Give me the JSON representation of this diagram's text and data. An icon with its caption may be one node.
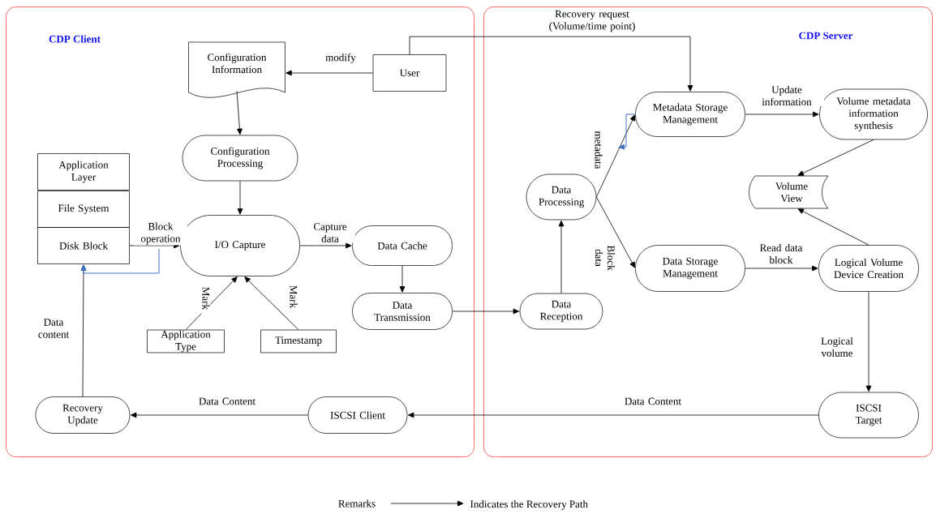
{
  "diagram": {
    "nodes": [
      {
        "text": [
          "CDP Client"
        ]
      },
      {
        "text": [
          "CDP Server"
        ]
      },
      {
        "text": [
          "Configuration Information"
        ],
        "in": 0
      },
      {
        "text": [
          "User"
        ],
        "in": 0
      },
      {
        "text": [
          "Configuration Processing"
        ],
        "in": 0
      },
      {
        "text": [
          "Application Layer"
        ],
        "in": 0
      },
      {
        "text": [
          "File System"
        ],
        "in": 0
      },
      {
        "text": [
          "Disk Block"
        ],
        "in": 0
      },
      {
        "text": [
          "I/O Capture"
        ],
        "in": 0
      },
      {
        "text": [
          "Data Cache"
        ],
        "in": 0
      },
      {
        "text": [
          "Data Transmission"
        ],
        "in": 0
      },
      {
        "text": [
          "Application Type"
        ],
        "in": 0
      },
      {
        "text": [
          "Timestamp"
        ],
        "in": 0
      },
      {
        "text": [
          "Recovery Update"
        ],
        "in": 0
      },
      {
        "text": [
          "ISCSI Client"
        ],
        "in": 0
      },
      {
        "text": [
          "Metadata Storage Management"
        ],
        "in": 1
      },
      {
        "text": [
          "Volume metadata information synthesis"
        ],
        "in": 1
      },
      {
        "text": [
          "Data Processing"
        ],
        "in": 1
      },
      {
        "text": [
          "Volume View"
        ],
        "in": 1
      },
      {
        "text": [
          "Data Storage Management"
        ],
        "in": 1
      },
      {
        "text": [
          "Logical Volume Device Creation"
        ],
        "in": 1
      },
      {
        "text": [
          "Data Reception"
        ],
        "in": 1
      },
      {
        "text": [
          "ISCSI Target"
        ],
        "in": 1
      }
    ],
    "edges": [
      {
        "from": 3,
        "to": 2,
        "arrow": "to",
        "label": "modify"
      },
      {
        "from": 3,
        "to": 15,
        "arrow": "to",
        "label": "Recovery request (Volume/time point)"
      },
      {
        "from": 2,
        "to": 4,
        "arrow": "to"
      },
      {
        "from": 4,
        "to": 8,
        "arrow": "to"
      },
      {
        "from": 7,
        "to": 8,
        "arrow": "to",
        "label": "Block operation"
      },
      {
        "from": 8,
        "to": 9,
        "arrow": "to",
        "label": "Capture data"
      },
      {
        "from": 11,
        "to": 8,
        "arrow": "to",
        "label": "Mark"
      },
      {
        "from": 12,
        "to": 8,
        "arrow": "to",
        "label": "Mark"
      },
      {
        "from": 9,
        "to": 10,
        "arrow": "to"
      },
      {
        "from": 10,
        "to": 21,
        "arrow": "to"
      },
      {
        "from": 21,
        "to": 17,
        "arrow": "to"
      },
      {
        "from": 17,
        "to": 15,
        "arrow": "to",
        "label": "metadata"
      },
      {
        "from": 17,
        "to": 19,
        "arrow": "to",
        "label": "Block data"
      },
      {
        "from": 15,
        "to": 16,
        "arrow": "to",
        "label": "Update information"
      },
      {
        "from": 16,
        "to": 18,
        "arrow": "to"
      },
      {
        "from": 20,
        "to": 18,
        "arrow": "to"
      },
      {
        "from": 19,
        "to": 20,
        "arrow": "to",
        "label": "Read data block"
      },
      {
        "from": 20,
        "to": 22,
        "arrow": "to",
        "label": "Logical volume"
      },
      {
        "from": 22,
        "to": 14,
        "arrow": "to",
        "label": "Data Content"
      },
      {
        "from": 14,
        "to": 13,
        "arrow": "to",
        "label": "Data Content"
      },
      {
        "from": 13,
        "to": 7,
        "arrow": "to",
        "label": "Data content"
      },
      {
        "from": null,
        "to": 7,
        "arrow": "to",
        "color": "#4472c4"
      },
      {
        "from": 15,
        "to": null,
        "arrow": "to",
        "color": "#4472c4"
      }
    ],
    "labels": [
      "Remarks"
    ],
    "legend": [
      {
        "text": "Indicates the Recovery Path"
      }
    ]
  }
}
